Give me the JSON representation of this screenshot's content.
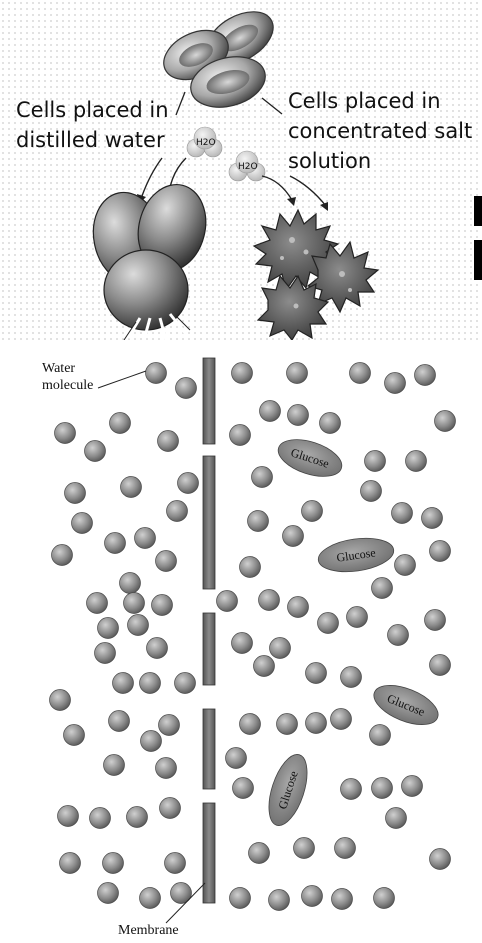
{
  "top_panel": {
    "label_left": [
      "Cells placed in",
      "distilled water"
    ],
    "label_right": [
      "Cells placed in",
      "concentrated salt",
      "solution"
    ],
    "water_label": "H2O"
  },
  "bottom_panel": {
    "water_label": [
      "Water",
      "molecule"
    ],
    "membrane_label": "Membrane",
    "glucose_label": "Glucose"
  },
  "colors": {
    "cell_fill": "#8f8f8f",
    "cell_dark": "#4a4a4a",
    "molecule_fill": "#8a8a8a",
    "glucose_fill": "#8c8c8c",
    "membrane": "#6e6e6e"
  }
}
